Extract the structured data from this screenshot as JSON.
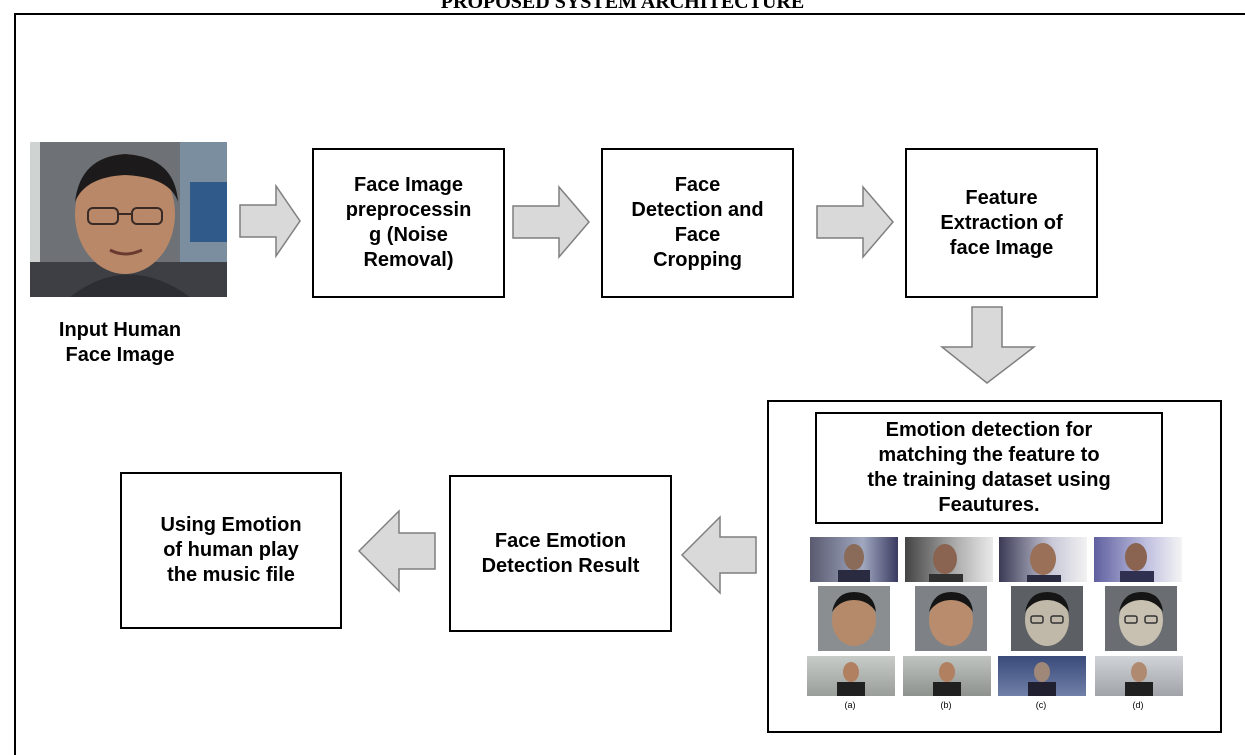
{
  "title": "PROPOSED SYSTEM ARCHITECTURE",
  "input": {
    "caption": "Input Human\nFace Image",
    "photo_icon": "face-photo"
  },
  "boxes": {
    "preprocessing": "Face Image\npreprocessin\ng (Noise\nRemoval)",
    "detection": "Face\nDetection and\nFace\nCropping",
    "extraction": "Feature\nExtraction of\nface Image",
    "emotion": "Emotion detection for\nmatching the feature to\nthe training dataset using\nFeautures.",
    "result": "Face Emotion\nDetection Result",
    "music": "Using Emotion\nof human play\nthe music file"
  },
  "dataset": {
    "column_labels": [
      "(a)",
      "(b)",
      "(c)",
      "(d)"
    ]
  },
  "colors": {
    "arrow_fill": "#d9d9d9",
    "arrow_stroke": "#7f7f7f",
    "line": "#000000"
  }
}
